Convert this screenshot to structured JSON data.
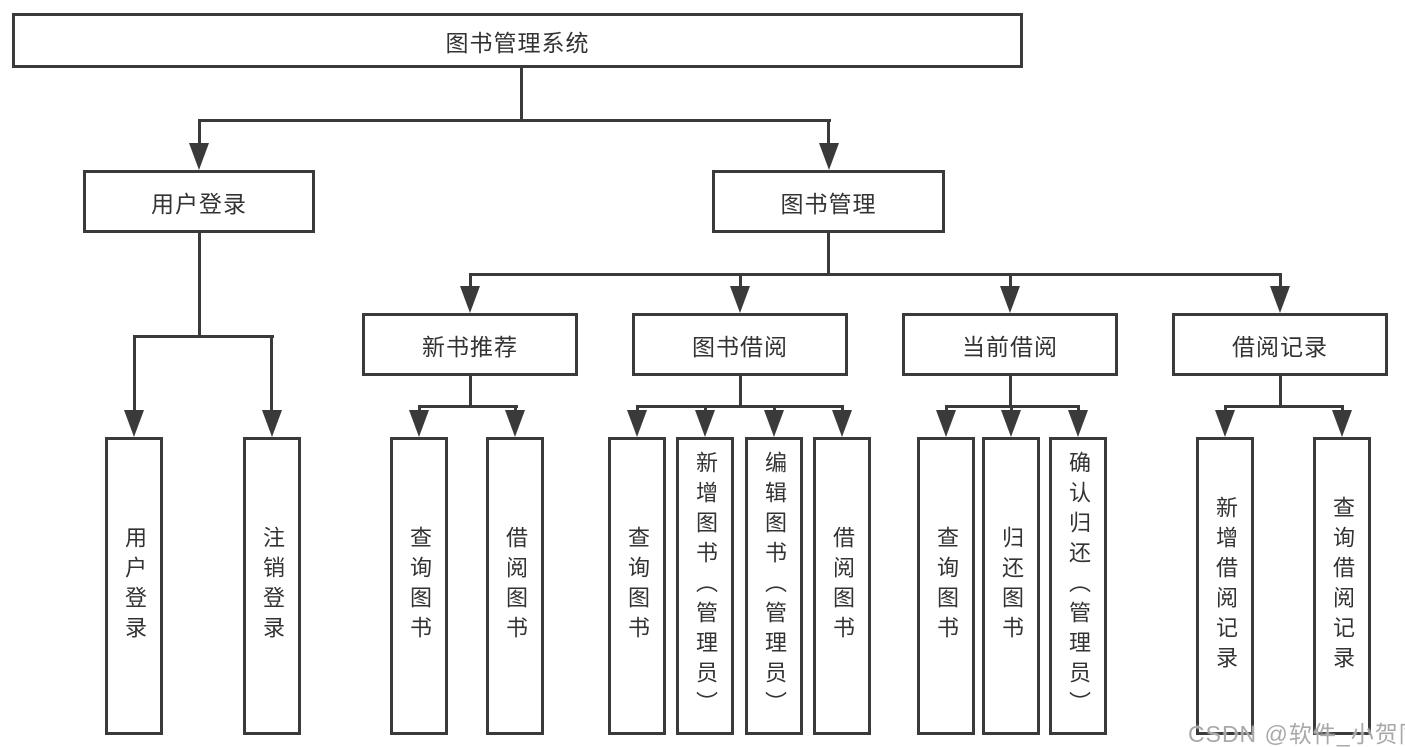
{
  "tree": {
    "root": {
      "label": "图书管理系统"
    },
    "branches": [
      {
        "label": "用户登录",
        "children": [
          {
            "label": "用户登录"
          },
          {
            "label": "注销登录"
          }
        ]
      },
      {
        "label": "图书管理",
        "groups": [
          {
            "label": "新书推荐",
            "children": [
              {
                "label": "查询图书"
              },
              {
                "label": "借阅图书"
              }
            ]
          },
          {
            "label": "图书借阅",
            "children": [
              {
                "label": "查询图书"
              },
              {
                "label": "新增图书（管理员）"
              },
              {
                "label": "编辑图书（管理员）"
              },
              {
                "label": "借阅图书"
              }
            ]
          },
          {
            "label": "当前借阅",
            "children": [
              {
                "label": "查询图书"
              },
              {
                "label": "归还图书"
              },
              {
                "label": "确认归还（管理员）"
              }
            ]
          },
          {
            "label": "借阅记录",
            "children": [
              {
                "label": "新增借阅记录"
              },
              {
                "label": "查询借阅记录"
              }
            ]
          }
        ]
      }
    ]
  },
  "watermark": {
    "text": "CSDN @软件_小贺同学",
    "color": "#a9a9a9"
  },
  "colors": {
    "line": "#3a3a3a",
    "text": "#333333",
    "background": "#ffffff"
  }
}
